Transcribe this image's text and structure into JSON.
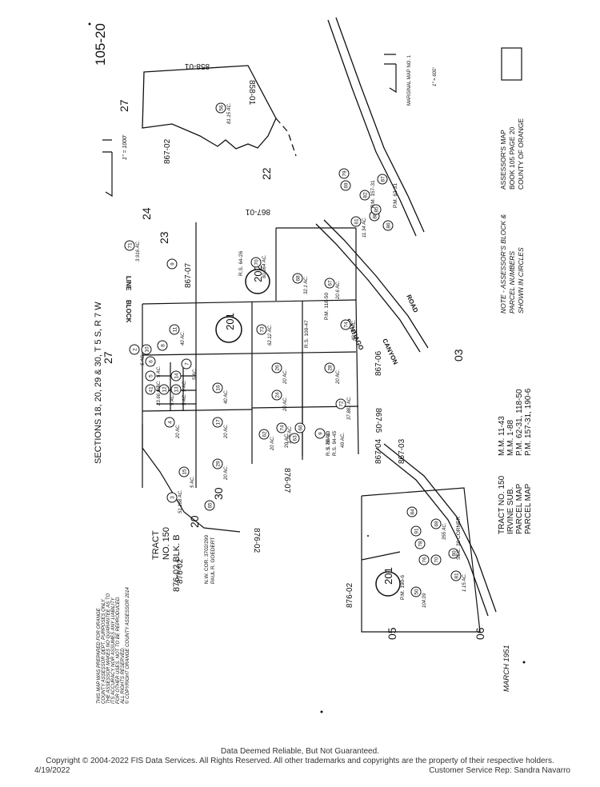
{
  "map": {
    "page_ref": "105-20",
    "sections_title": "SECTIONS 18, 20, 29 & 30, T 5 S, R 7 W",
    "scale_main": "1\" = 1000'",
    "scale_marginal": "1\" = 600'",
    "marginal_map": "MARGINAL MAP NO. 1",
    "date": "MARCH 1951",
    "assessor_ref": [
      "ASSESSOR'S MAP",
      "BOOK 105 PAGE 20",
      "COUNTY OF ORANGE"
    ],
    "note": [
      "NOTE - ASSESSOR'S BLOCK &",
      "PARCEL NUMBERS",
      "SHOWN IN CIRCLES"
    ],
    "tract_ref_left": [
      "TRACT",
      "NO. 150",
      "876-02 BLK. B"
    ],
    "tract_ref_bottom": [
      "TRACT NO. 150",
      "IRVINE SUB.",
      "PARCEL MAP",
      "PARCEL MAP"
    ],
    "map_refs": [
      "M.M. 11-43",
      "M.M. 1-88",
      "P.M. 62-31, 118-50",
      "P.M. 157-31, 190-6"
    ],
    "disclaimer": [
      "THIS MAP WAS PREPARED FOR ORANGE",
      "COUNTY ASSESSOR DEPT. PURPOSES ONLY.",
      "THE ASSESSOR MAKES NO GUARANTEE AS TO",
      "ITS ACCURACY NOR ASSUMES ANY LIABILITY",
      "FOR OTHER USES. NOT TO BE REPRODUCED.",
      "ALL RIGHTS RESERVED.",
      "© COPYRIGHT ORANGE COUNTY ASSESSOR 2014"
    ],
    "section_numbers": [
      "27",
      "22",
      "23",
      "24",
      "27",
      "03",
      "05",
      "06",
      "30",
      "20"
    ],
    "block_numbers": [
      "858-01",
      "858-01",
      "867-02",
      "867-01",
      "867-07",
      "867-06",
      "867-05",
      "867-04",
      "867-03",
      "876-07",
      "876-02",
      "876-02",
      "876-02"
    ],
    "big_parcels": [
      "201",
      "202",
      "201"
    ],
    "parcels": [
      {
        "no": "56",
        "area": "81.15 AC."
      },
      {
        "no": "11",
        "area": "40 AC."
      },
      {
        "no": "73",
        "area": "62.12 AC."
      },
      {
        "no": "16",
        "area": "40 AC."
      },
      {
        "no": "17",
        "area": "20 AC."
      },
      {
        "no": "4",
        "area": "20 AC."
      },
      {
        "no": "26",
        "area": "20 AC."
      },
      {
        "no": "28",
        "area": "20 AC."
      },
      {
        "no": "24",
        "area": "20 AC."
      },
      {
        "no": "72",
        "area": "37.881 AC."
      },
      {
        "no": "74",
        "area": "40.00 AC."
      },
      {
        "no": "70",
        "area": "60.964 AC."
      },
      {
        "no": "68",
        "area": "32.1 AC."
      },
      {
        "no": "67",
        "area": "20.6 AC."
      },
      {
        "no": "9",
        "area": "1.79 AC."
      },
      {
        "no": "62",
        "area": "20 AC."
      },
      {
        "no": "29",
        "area": "20 AC."
      },
      {
        "no": "41",
        "area": "23.66 AC."
      },
      {
        "no": "5",
        "area": "5 AC."
      },
      {
        "no": "6",
        "area": "5 AC."
      },
      {
        "no": "7",
        "area": "5 AC."
      },
      {
        "no": "12",
        "area": "5 AC."
      },
      {
        "no": "13",
        "area": "5 AC."
      },
      {
        "no": "14",
        "area": "5 AC."
      },
      {
        "no": "15",
        "area": "5 AC."
      },
      {
        "no": "3",
        "area": "51.188 AC."
      },
      {
        "no": "2",
        "area": "5 AC."
      },
      {
        "no": "8",
        "area": ""
      },
      {
        "no": "10",
        "area": ""
      },
      {
        "no": "9",
        "area": ""
      },
      {
        "no": "71",
        "area": "3.916 AC."
      },
      {
        "no": "74",
        "area": "3.76 AC."
      },
      {
        "no": "66",
        "area": ""
      },
      {
        "no": "63",
        "area": ""
      },
      {
        "no": "65",
        "area": ""
      },
      {
        "no": "61",
        "area": "11.34 AC."
      },
      {
        "no": "69",
        "area": ""
      },
      {
        "no": "79",
        "area": ""
      },
      {
        "no": "82",
        "area": ""
      },
      {
        "no": "88",
        "area": ""
      },
      {
        "no": "86",
        "area": ""
      },
      {
        "no": "85",
        "area": ""
      },
      {
        "no": "87",
        "area": ""
      },
      {
        "no": "91",
        "area": ""
      },
      {
        "no": "78",
        "area": ""
      },
      {
        "no": "76",
        "area": ""
      },
      {
        "no": "70",
        "area": ""
      },
      {
        "no": "84",
        "area": ""
      },
      {
        "no": "80",
        "area": ""
      },
      {
        "no": "81",
        "area": "1.15 AC."
      },
      {
        "no": "50",
        "area": "104.09"
      },
      {
        "no": "69",
        "area": "355 AC."
      }
    ],
    "roads": [
      "SANTIAGO",
      "CANYON",
      "ROAD",
      "LINE",
      "BLOCK"
    ],
    "survey_refs": [
      "R.S. 64-26",
      "R.S. 89-30",
      "R.S. 94-45",
      "P.M. 118-50",
      "P.M. 157-31",
      "P.M. 62-31",
      "R.S. 109-47",
      "P.M. 190-6"
    ],
    "misc_labels": [
      "N.W. COR. 3702/299",
      "PAUL R. GOEDERT",
      "SEC. 30 CORNER",
      "20 AC.",
      "40 AC."
    ]
  },
  "footer": {
    "line1": "Data Deemed Reliable, But Not Guaranteed.",
    "line2": "Copyright © 2004-2022 FIS Data Services. All Rights Reserved. All other trademarks and copyrights are the property of their respective holders.",
    "date": "4/19/2022",
    "rep": "Customer Service Rep:   Sandra Navarro"
  }
}
